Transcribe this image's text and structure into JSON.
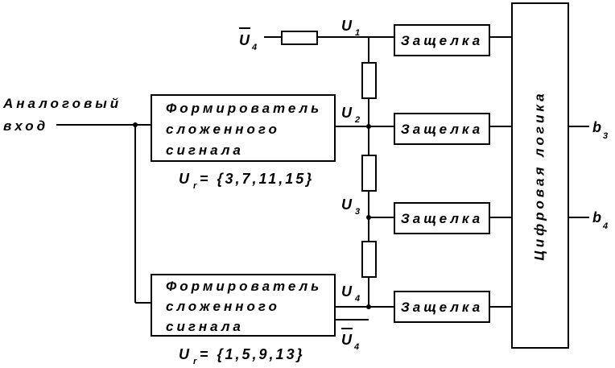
{
  "diagram": {
    "input_label": [
      "Аналоговый",
      "вход"
    ],
    "former_top": {
      "lines": [
        "Формирователь",
        "сложенного",
        "сигнала"
      ],
      "param": {
        "symbol": "U",
        "sub": "r",
        "values": "= {3,7,11,15}"
      }
    },
    "former_bottom": {
      "lines": [
        "Формирователь",
        "сложенного",
        "сигнала"
      ],
      "param": {
        "symbol": "U",
        "sub": "r",
        "values": "= {1,5,9,13}"
      }
    },
    "node_labels": [
      {
        "symbol": "U",
        "sub": "1"
      },
      {
        "symbol": "U",
        "sub": "2"
      },
      {
        "symbol": "U",
        "sub": "3"
      },
      {
        "symbol": "U",
        "sub": "4"
      }
    ],
    "u4bar_top": {
      "symbol": "U",
      "sub": "4"
    },
    "u4bar_bottom": {
      "symbol": "U",
      "sub": "4"
    },
    "latch_label": "Защелка",
    "logic_label": "Цифровая логика",
    "outputs": [
      {
        "symbol": "b",
        "sub": "3"
      },
      {
        "symbol": "b",
        "sub": "4"
      }
    ]
  }
}
